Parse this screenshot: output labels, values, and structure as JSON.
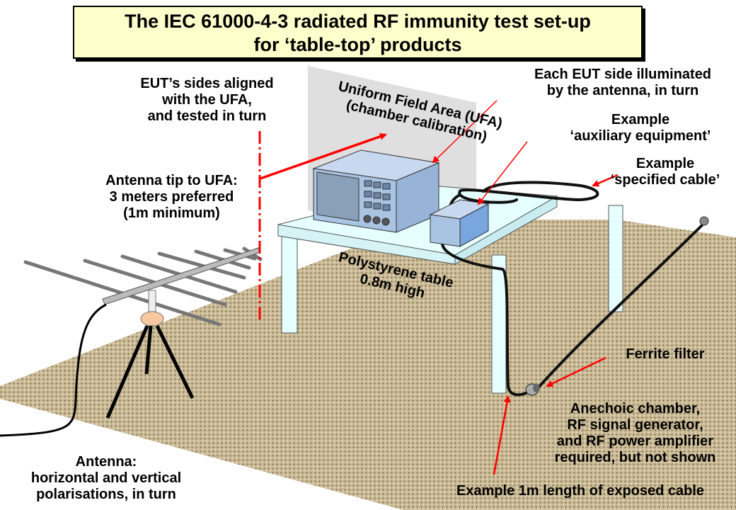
{
  "title": {
    "line1": "The IEC 61000-4-3 radiated RF immunity test set-up",
    "line2": "for ‘table-top’ products"
  },
  "labels": {
    "eut_sides": [
      "EUT’s sides aligned",
      "with the UFA,",
      "and tested in turn"
    ],
    "ufa": [
      "Uniform Field Area (UFA)",
      "(chamber calibration)"
    ],
    "each_side": [
      "Each EUT side illuminated",
      "by the antenna, in turn"
    ],
    "aux": [
      "Example",
      "‘auxiliary equipment’"
    ],
    "cable": [
      "Example",
      "‘specified  cable’"
    ],
    "antenna_tip": [
      "Antenna tip to UFA:",
      "3 meters preferred",
      "(1m minimum)"
    ],
    "table": [
      "Polystyrene table",
      "0.8m high"
    ],
    "ferrite": "Ferrite filter",
    "chamber": [
      "Anechoic chamber,",
      "RF signal generator,",
      "and RF power amplifier",
      "required, but not shown"
    ],
    "antenna": [
      "Antenna:",
      "horizontal and vertical",
      "polarisations, in turn"
    ],
    "exposed": "Example 1m length of exposed cable"
  },
  "colors": {
    "floor": "#c9b994",
    "table": "#e6ffff",
    "equipment": "#a9c3e3",
    "arrow": "#ff0000",
    "ufa_plane": "#d9d9d9",
    "title_bg": "#ffffcc"
  }
}
